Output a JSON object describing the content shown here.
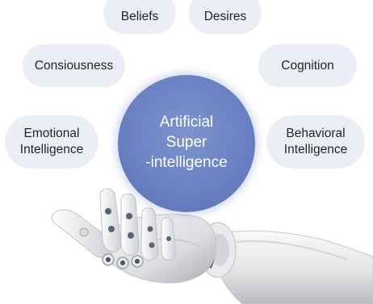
{
  "nodes": {
    "beliefs": "Beliefs",
    "desires": "Desires",
    "consciousness": "Consiousness",
    "cognition": "Cognition",
    "emotional_line1": "Emotional",
    "emotional_line2": "Intelligence",
    "behavioral_line1": "Behavioral",
    "behavioral_line2": "Intelligence"
  },
  "center": {
    "line1": "Artificial",
    "line2": "Super",
    "line3": "-intelligence"
  },
  "colors": {
    "pill_bg": "#eceef5",
    "center_circle": "#6a82c4",
    "text": "#1e2230"
  },
  "illustration": "robotic-hand"
}
